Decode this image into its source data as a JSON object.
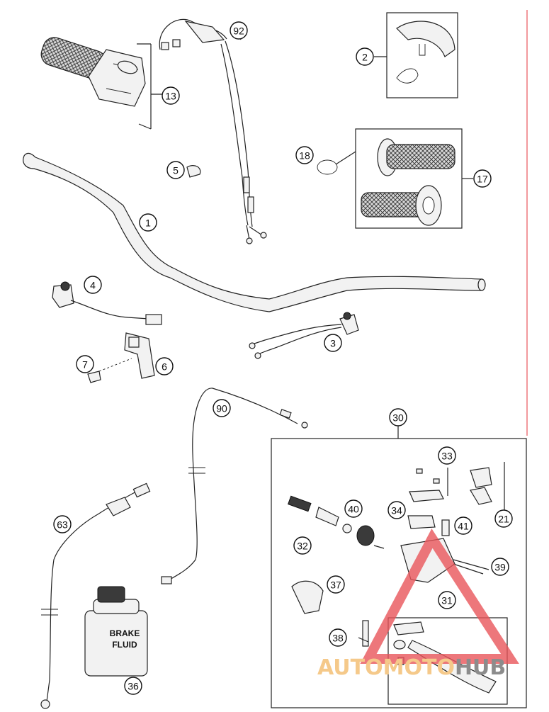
{
  "diagram": {
    "callouts": [
      {
        "id": "c92",
        "label": "92"
      },
      {
        "id": "c2",
        "label": "2"
      },
      {
        "id": "c13",
        "label": "13"
      },
      {
        "id": "c18",
        "label": "18"
      },
      {
        "id": "c17",
        "label": "17"
      },
      {
        "id": "c5",
        "label": "5"
      },
      {
        "id": "c1",
        "label": "1"
      },
      {
        "id": "c4",
        "label": "4"
      },
      {
        "id": "c3",
        "label": "3"
      },
      {
        "id": "c7",
        "label": "7"
      },
      {
        "id": "c6",
        "label": "6"
      },
      {
        "id": "c90",
        "label": "90"
      },
      {
        "id": "c30",
        "label": "30"
      },
      {
        "id": "c33",
        "label": "33"
      },
      {
        "id": "c40",
        "label": "40"
      },
      {
        "id": "c34",
        "label": "34"
      },
      {
        "id": "c21",
        "label": "21"
      },
      {
        "id": "c41",
        "label": "41"
      },
      {
        "id": "c32",
        "label": "32"
      },
      {
        "id": "c39",
        "label": "39"
      },
      {
        "id": "c63",
        "label": "63"
      },
      {
        "id": "c37",
        "label": "37"
      },
      {
        "id": "c31",
        "label": "31"
      },
      {
        "id": "c38",
        "label": "38"
      },
      {
        "id": "c36",
        "label": "36"
      }
    ],
    "bottle_label_line1": "BRAKE",
    "bottle_label_line2": "FLUID"
  },
  "watermark": {
    "part1": "AUTO",
    "part2": "MOTO",
    "part3": "HUB",
    "color_light": "#f5c98a",
    "color_dark": "#8c8c8c",
    "triangle_color": "#e8555a"
  }
}
